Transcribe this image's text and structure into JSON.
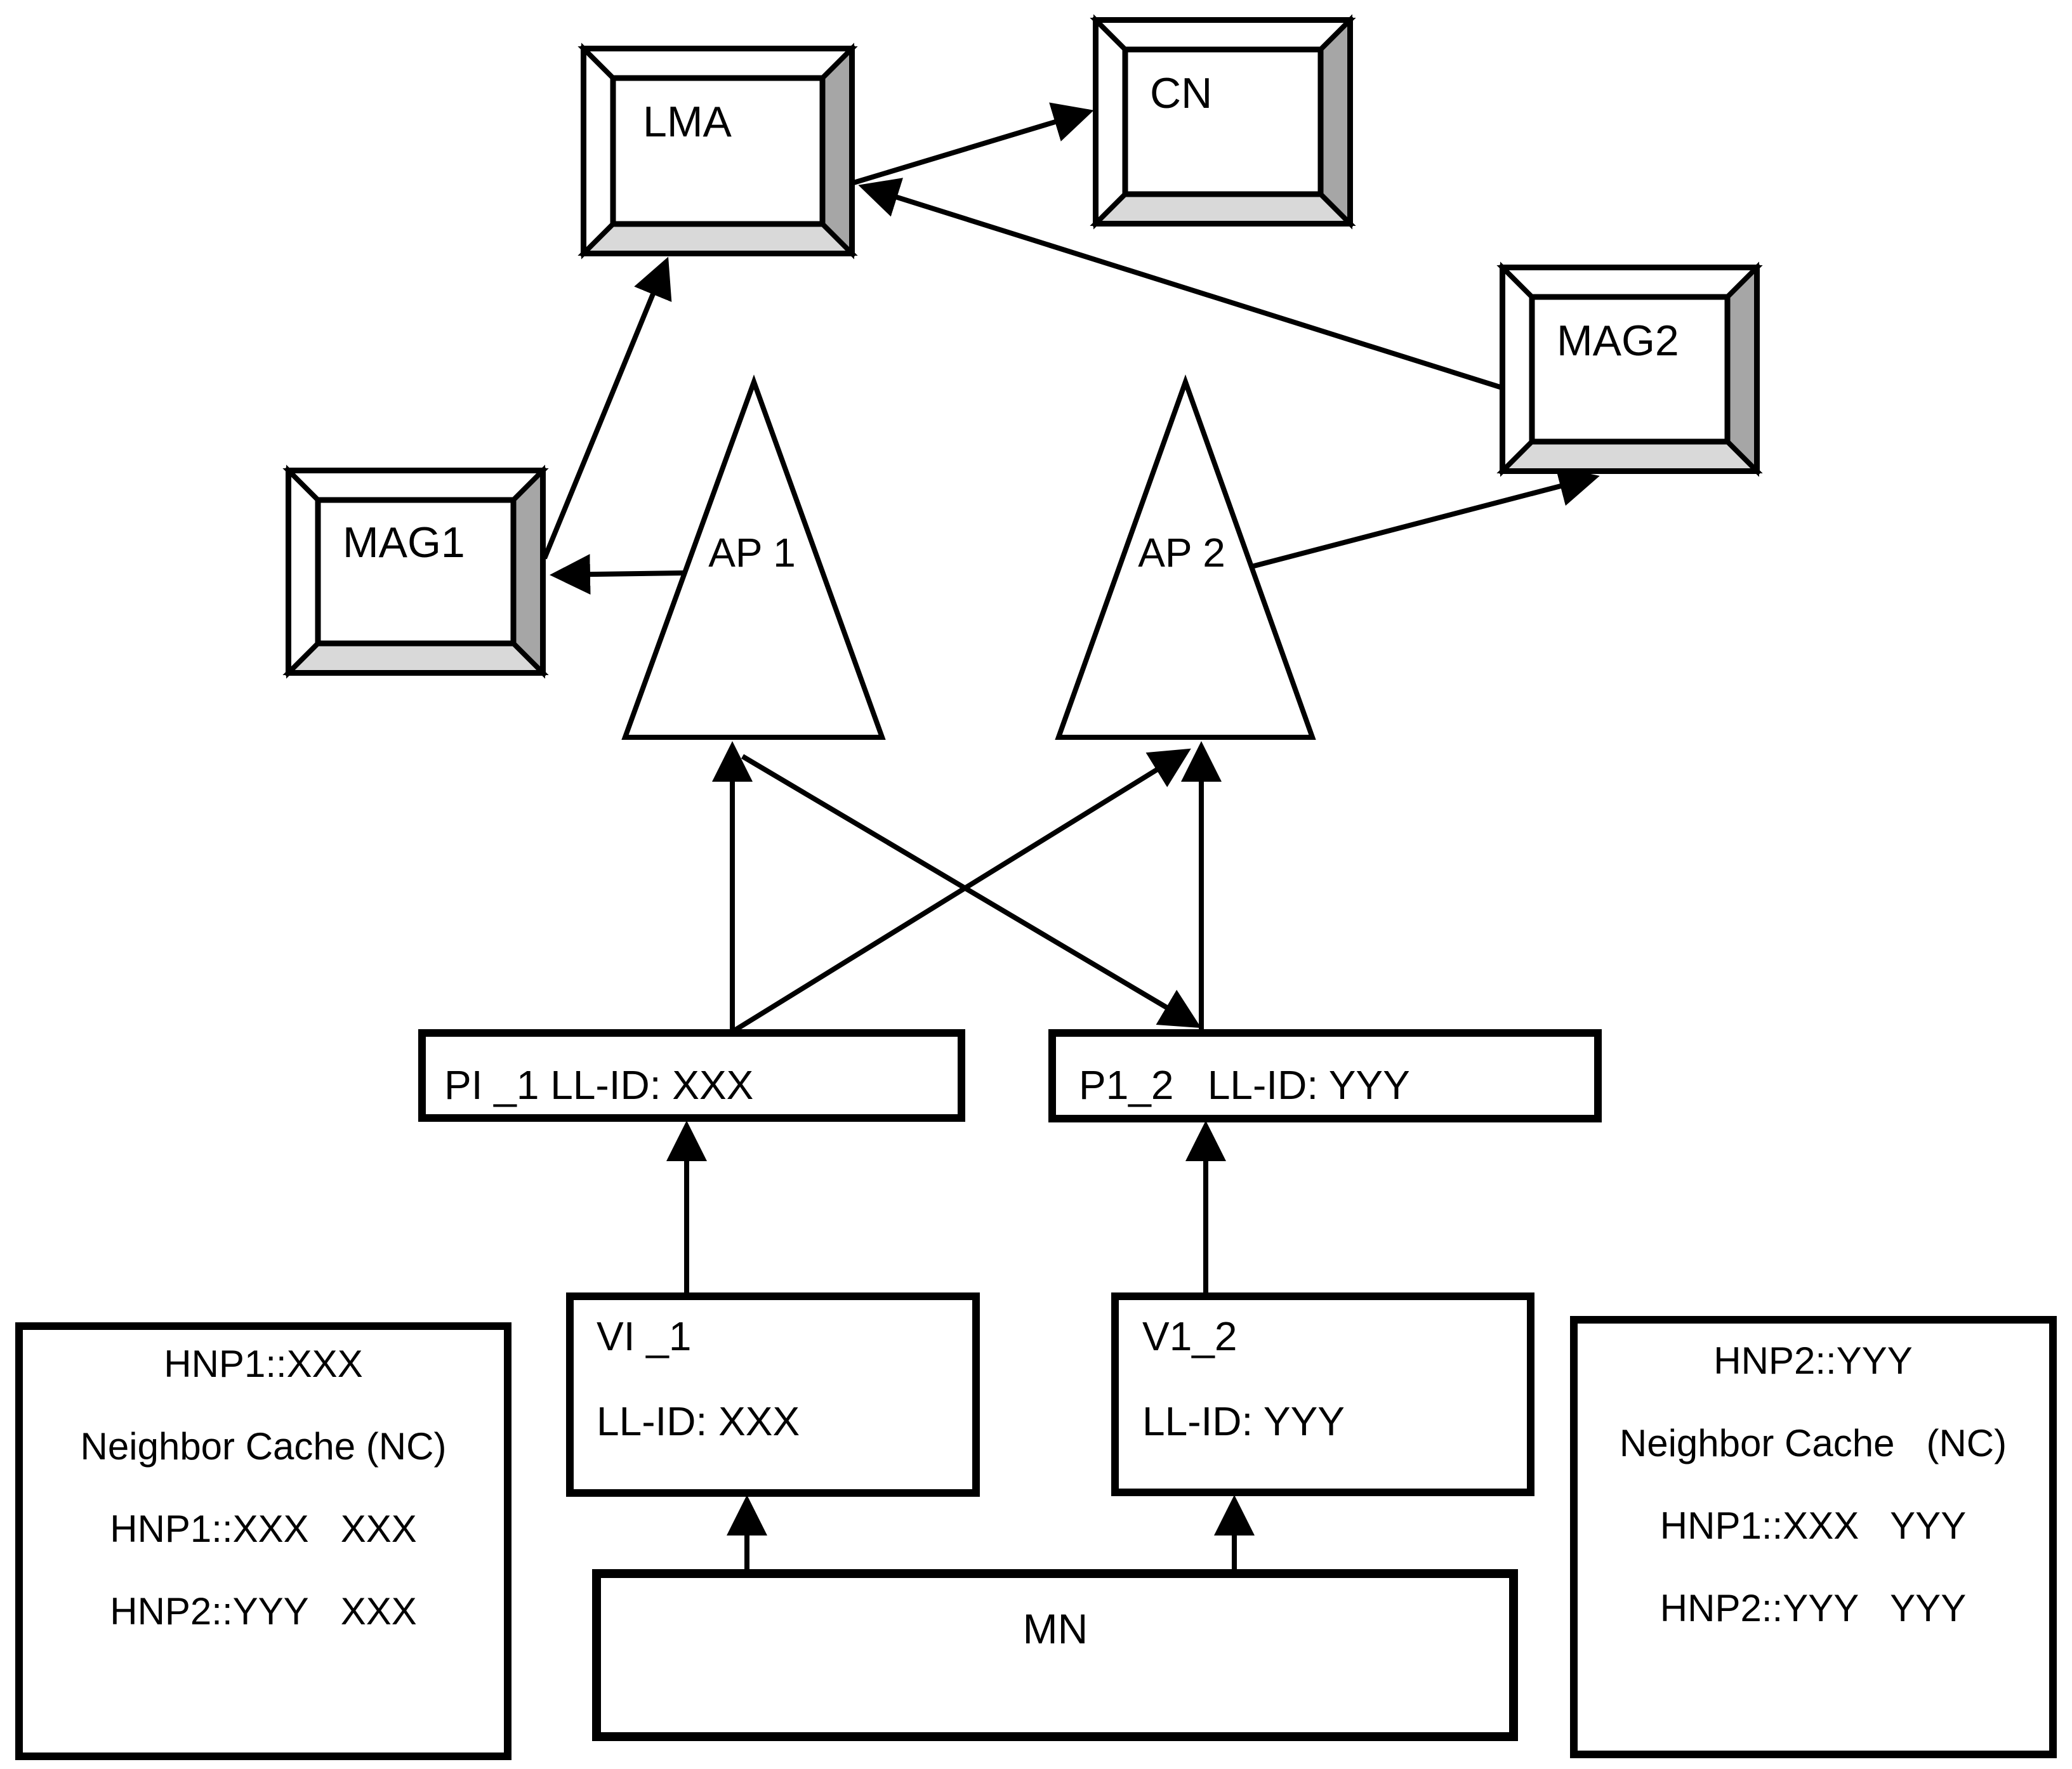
{
  "figure": {
    "title": "PMIPv6 multihoming network diagram",
    "colors": {
      "line": "#000000",
      "box_fill": "#ffffff",
      "side_shade": "#a6a6a6",
      "bottom_shade": "#d9d9d9",
      "background": "#ffffff"
    },
    "nodes": {
      "lma": {
        "label": "LMA"
      },
      "cn": {
        "label": "CN"
      },
      "mag1": {
        "label": "MAG1"
      },
      "mag2": {
        "label": "MAG2"
      },
      "ap1": {
        "label": "AP 1"
      },
      "ap2": {
        "label": "AP 2"
      },
      "pif1": {
        "label": "PI _1 LL-ID: XXX"
      },
      "pif2": {
        "label": "P1_2   LL-ID: YYY"
      },
      "vif1": {
        "line1": "VI _1",
        "line2": "LL-ID: XXX"
      },
      "vif2": {
        "line1": "V1_2",
        "line2": "LL-ID: YYY"
      },
      "mn": {
        "label": "MN"
      },
      "nc_left": {
        "lines": [
          "HNP1::XXX",
          "Neighbor Cache (NC)",
          "HNP1::XXX   XXX",
          "HNP2::YYY   XXX"
        ]
      },
      "nc_right": {
        "lines": [
          "HNP2::YYY",
          "Neighbor Cache   (NC)",
          "HNP1::XXX   YYY",
          "HNP2::YYY   YYY"
        ]
      }
    },
    "edges": [
      "MAG1 to LMA",
      "LMA to CN",
      "MAG2 to LMA",
      "AP1 to MAG1",
      "AP2 to MAG2",
      "PI_1 to AP1",
      "PI_1 to AP2",
      "P1_2 to AP2",
      "AP1 to P1_2",
      "VI_1 to PI_1",
      "V1_2 to P1_2",
      "MN to VI_1",
      "MN to V1_2"
    ]
  }
}
